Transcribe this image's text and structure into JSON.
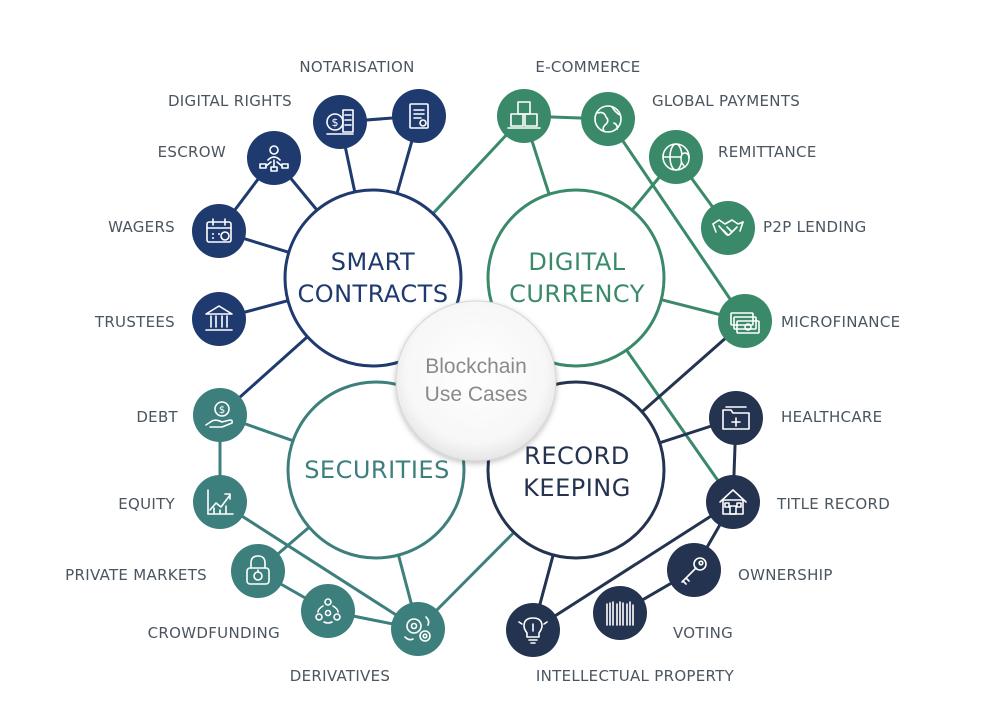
{
  "center": {
    "line1": "Blockchain",
    "line2": "Use Cases"
  },
  "colors": {
    "navy": "#1f3a6e",
    "green": "#3a8a6a",
    "teal": "#3d7f7c",
    "darknavy": "#24334f",
    "center_text": "#8a8a8a",
    "label": "#4a5560"
  },
  "hubs": {
    "smart_contracts": {
      "line1": "SMART",
      "line2": "CONTRACTS"
    },
    "digital_currency": {
      "line1": "DIGITAL",
      "line2": "CURRENCY"
    },
    "securities": {
      "line1": "SECURITIES",
      "line2": ""
    },
    "record_keeping": {
      "line1": "RECORD",
      "line2": "KEEPING"
    }
  },
  "nodes": {
    "notarisation": {
      "label": "NOTARISATION",
      "icon": "document-icon"
    },
    "digital_rights": {
      "label": "DIGITAL RIGHTS",
      "icon": "dollar-register-icon"
    },
    "escrow": {
      "label": "ESCROW",
      "icon": "network-person-icon"
    },
    "wagers": {
      "label": "WAGERS",
      "icon": "calendar-icon"
    },
    "trustees": {
      "label": "TRUSTEES",
      "icon": "bank-icon"
    },
    "ecommerce": {
      "label": "E-COMMERCE",
      "icon": "boxes-icon"
    },
    "global_payments": {
      "label": "GLOBAL PAYMENTS",
      "icon": "globe-icon"
    },
    "remittance": {
      "label": "REMITTANCE",
      "icon": "globe-pin-icon"
    },
    "p2p_lending": {
      "label": "P2P LENDING",
      "icon": "handshake-icon"
    },
    "microfinance": {
      "label": "MICROFINANCE",
      "icon": "cash-stack-icon"
    },
    "debt": {
      "label": "DEBT",
      "icon": "hand-coin-icon"
    },
    "equity": {
      "label": "EQUITY",
      "icon": "growth-chart-icon"
    },
    "private_markets": {
      "label": "PRIVATE MARKETS",
      "icon": "padlock-icon"
    },
    "crowdfunding": {
      "label": "CROWDFUNDING",
      "icon": "people-cycle-icon"
    },
    "derivatives": {
      "label": "DERIVATIVES",
      "icon": "gears-icon"
    },
    "healthcare": {
      "label": "HEALTHCARE",
      "icon": "medical-folder-icon"
    },
    "title_record": {
      "label": "TITLE RECORD",
      "icon": "house-icon"
    },
    "ownership": {
      "label": "OWNERSHIP",
      "icon": "key-icon"
    },
    "voting": {
      "label": "VOTING",
      "icon": "raised-hands-icon"
    },
    "intellectual_property": {
      "label": "INTELLECTUAL PROPERTY",
      "icon": "lightbulb-icon"
    }
  }
}
